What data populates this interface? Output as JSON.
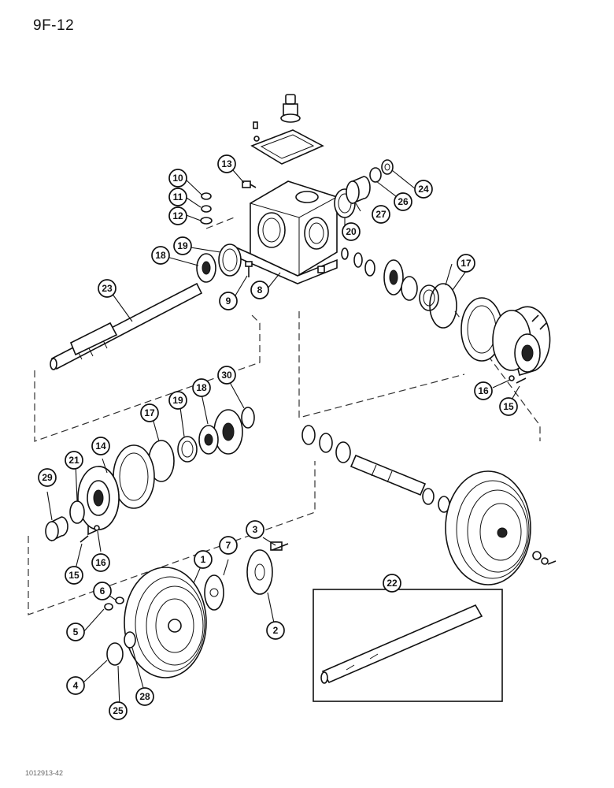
{
  "page_code": "9F-12",
  "figure_code": "1012913-42",
  "callouts": [
    {
      "id": "c1",
      "label": "1"
    },
    {
      "id": "c2",
      "label": "2"
    },
    {
      "id": "c3",
      "label": "3"
    },
    {
      "id": "c4",
      "label": "4"
    },
    {
      "id": "c5",
      "label": "5"
    },
    {
      "id": "c6",
      "label": "6"
    },
    {
      "id": "c7",
      "label": "7"
    },
    {
      "id": "c8",
      "label": "8"
    },
    {
      "id": "c9",
      "label": "9"
    },
    {
      "id": "c10",
      "label": "10"
    },
    {
      "id": "c11",
      "label": "11"
    },
    {
      "id": "c12",
      "label": "12"
    },
    {
      "id": "c13",
      "label": "13"
    },
    {
      "id": "c14",
      "label": "14"
    },
    {
      "id": "c15a",
      "label": "15"
    },
    {
      "id": "c15b",
      "label": "15"
    },
    {
      "id": "c16a",
      "label": "16"
    },
    {
      "id": "c16b",
      "label": "16"
    },
    {
      "id": "c17a",
      "label": "17"
    },
    {
      "id": "c17b",
      "label": "17"
    },
    {
      "id": "c18a",
      "label": "18"
    },
    {
      "id": "c18b",
      "label": "18"
    },
    {
      "id": "c19a",
      "label": "19"
    },
    {
      "id": "c19b",
      "label": "19"
    },
    {
      "id": "c20",
      "label": "20"
    },
    {
      "id": "c21",
      "label": "21"
    },
    {
      "id": "c22",
      "label": "22"
    },
    {
      "id": "c23",
      "label": "23"
    },
    {
      "id": "c24",
      "label": "24"
    },
    {
      "id": "c25",
      "label": "25"
    },
    {
      "id": "c26",
      "label": "26"
    },
    {
      "id": "c27",
      "label": "27"
    },
    {
      "id": "c28",
      "label": "28"
    },
    {
      "id": "c29",
      "label": "29"
    },
    {
      "id": "c30",
      "label": "30"
    }
  ]
}
